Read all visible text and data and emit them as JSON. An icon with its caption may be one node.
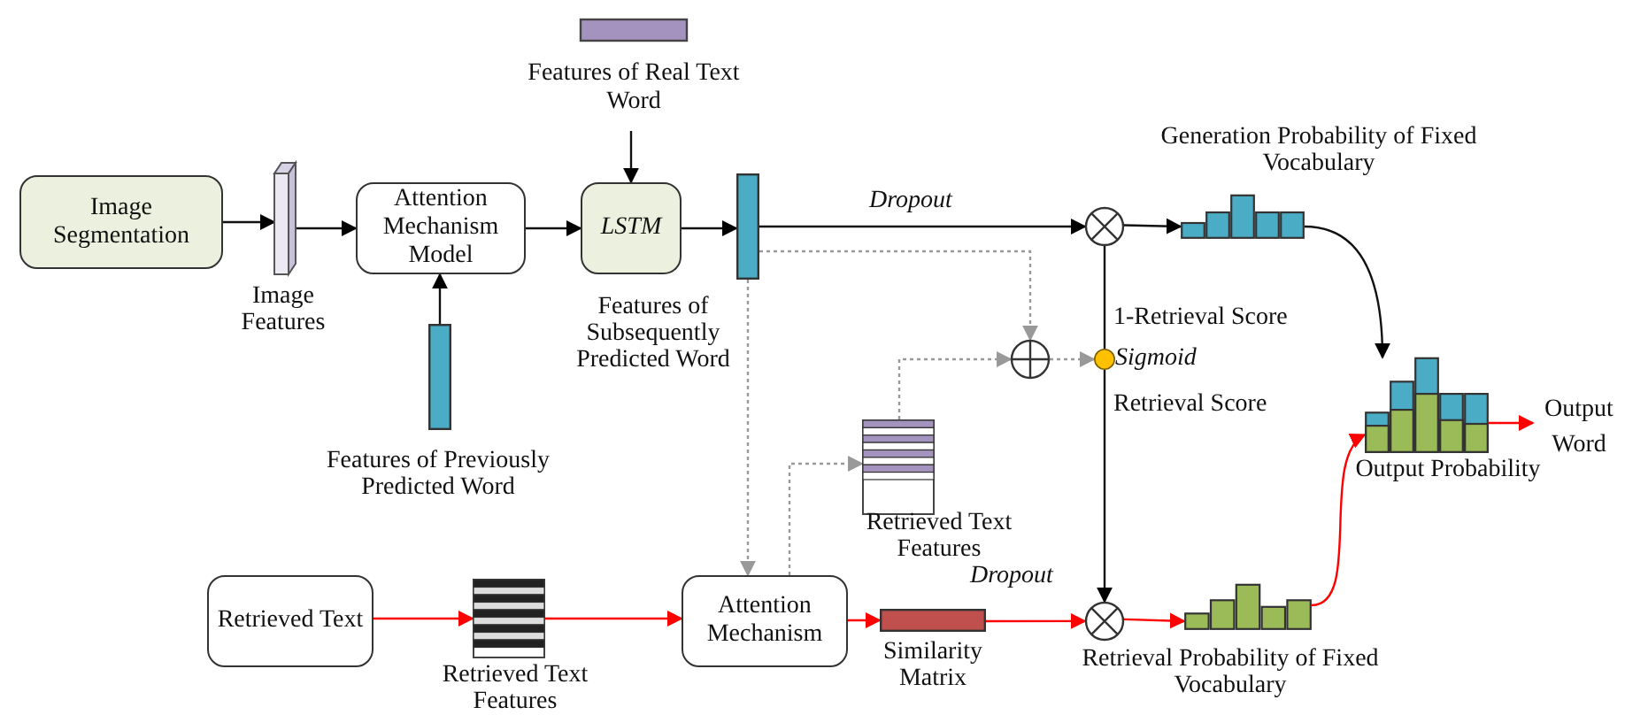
{
  "diagram": {
    "nodes": [
      {
        "text": [
          "Image Segmentation"
        ]
      },
      {
        "text": [],
        "shape": "bar",
        "beside": [
          "Image Features"
        ]
      },
      {
        "text": [
          "Attention Mechanism Model"
        ]
      },
      {
        "text": [
          "LSTM"
        ]
      },
      {
        "text": [
          "Features of Real Text Word"
        ]
      },
      {
        "text": [],
        "shape": "bar",
        "beside": [
          "Features of Subsequently Predicted Word"
        ]
      },
      {
        "text": [],
        "shape": "bar",
        "beside": [
          "Features of Previously Predicted Word"
        ]
      },
      {
        "text": [],
        "shape": "circle"
      },
      {
        "text": [],
        "shape": "bar",
        "beside": [
          "Generation Probability of Fixed Vocabulary"
        ]
      },
      {
        "text": [],
        "shape": "circle"
      },
      {
        "text": [],
        "shape": "circle",
        "beside": [
          "Sigmoid"
        ]
      },
      {
        "text": [],
        "shape": "box",
        "beside": [
          "Retrieved Text Features"
        ]
      },
      {
        "text": [
          "Retrieved Text"
        ]
      },
      {
        "text": [],
        "shape": "box",
        "beside": [
          "Retrieved Text Features"
        ]
      },
      {
        "text": [
          "Attention Mechanism"
        ]
      },
      {
        "text": [],
        "shape": "bar",
        "beside": [
          "Similarity Matrix"
        ]
      },
      {
        "text": [],
        "shape": "circle"
      },
      {
        "text": [],
        "shape": "bar",
        "beside": [
          "Retrieval Probability of Fixed Vocabulary"
        ]
      },
      {
        "text": [],
        "shape": "bar",
        "beside": [
          "Output Probability"
        ]
      },
      {
        "text": [
          "Output Word"
        ]
      }
    ],
    "edges": [
      {
        "from": 0,
        "to": 1,
        "arrow": "to"
      },
      {
        "from": 1,
        "to": 2,
        "arrow": "to"
      },
      {
        "from": 6,
        "to": 2,
        "arrow": "to"
      },
      {
        "from": 2,
        "to": 3,
        "arrow": "to"
      },
      {
        "from": 4,
        "to": 3,
        "arrow": "to"
      },
      {
        "from": 3,
        "to": 5,
        "arrow": "to"
      },
      {
        "from": 5,
        "to": 7,
        "arrow": "to",
        "label": "Dropout"
      },
      {
        "from": 5,
        "to": 9,
        "arrow": "to",
        "style": "dashed",
        "color": "#999999"
      },
      {
        "from": 5,
        "to": 14,
        "arrow": "to",
        "style": "dashed",
        "color": "#999999"
      },
      {
        "from": 14,
        "to": 11,
        "arrow": "to",
        "style": "dashed",
        "color": "#999999"
      },
      {
        "from": 11,
        "to": 9,
        "arrow": "to",
        "style": "dashed",
        "color": "#999999"
      },
      {
        "from": 9,
        "to": 10,
        "arrow": "to",
        "style": "dashed",
        "color": "#999999"
      },
      {
        "from": 10,
        "to": 7,
        "arrow": "none",
        "label": "1-Retrieval Score"
      },
      {
        "from": 10,
        "to": 16,
        "arrow": "to",
        "label": "Retrieval Score"
      },
      {
        "from": 7,
        "to": 8,
        "arrow": "to"
      },
      {
        "from": 8,
        "to": 18,
        "arrow": "to"
      },
      {
        "from": 12,
        "to": 13,
        "arrow": "to",
        "color": "#ff0000"
      },
      {
        "from": 13,
        "to": 14,
        "arrow": "to",
        "color": "#ff0000"
      },
      {
        "from": 14,
        "to": 15,
        "arrow": "to",
        "color": "#ff0000"
      },
      {
        "from": 15,
        "to": 16,
        "arrow": "to",
        "label": "Dropout",
        "color": "#ff0000"
      },
      {
        "from": 16,
        "to": 17,
        "arrow": "to",
        "color": "#ff0000"
      },
      {
        "from": 17,
        "to": 18,
        "arrow": "to",
        "color": "#ff0000"
      },
      {
        "from": 18,
        "to": 19,
        "arrow": "to",
        "color": "#ff0000"
      }
    ]
  }
}
